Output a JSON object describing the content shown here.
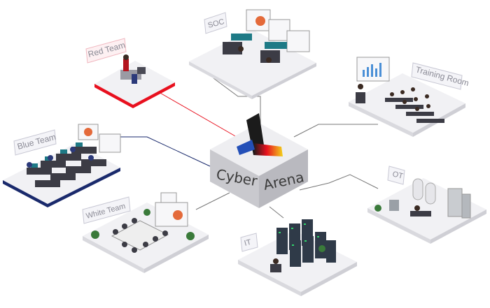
{
  "hub": {
    "word1": "Cyber",
    "word2": "Arena"
  },
  "labels": {
    "red_team": "Red Team",
    "soc": "SOC",
    "training_room": "Training Room",
    "blue_team": "Blue Team",
    "white_team": "White Team",
    "it": "IT",
    "ot": "OT"
  },
  "colors": {
    "red_accent": "#e8101e",
    "blue_accent": "#1a2a6c",
    "platform_top": "#f1f1f4",
    "platform_side": "#d9d9de",
    "hub_top": "#eeeef1",
    "hub_side": "#c9c9ce",
    "connector": "#777777"
  }
}
